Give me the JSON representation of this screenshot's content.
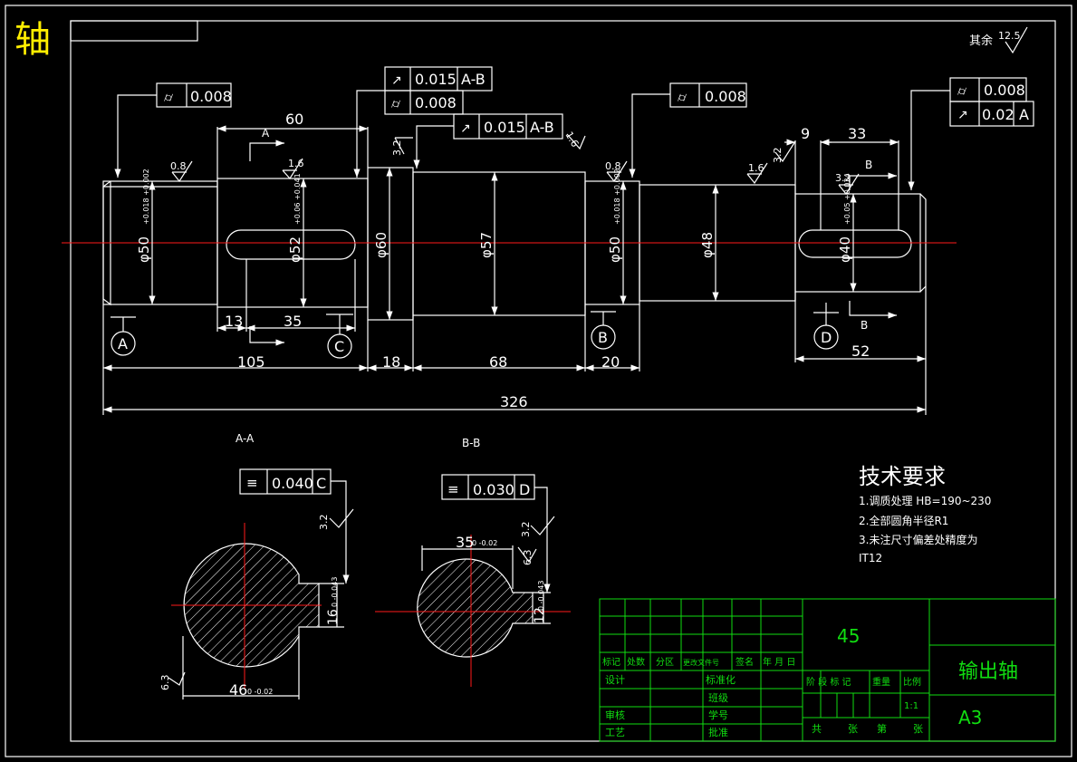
{
  "sheet": {
    "corner_label": "轴",
    "roughness_prefix": "其余",
    "roughness_value": "12.5"
  },
  "dims": {
    "d60": "60",
    "d13": "13",
    "d35": "35",
    "d105": "105",
    "d18": "18",
    "d68": "68",
    "d20": "20",
    "d52": "52",
    "d326": "326",
    "d9": "9",
    "d33": "33",
    "dia50": "φ50",
    "dia50_tol": "+0.018 +0.002",
    "dia52": "φ52",
    "dia52_tol": "+0.06 +0.041",
    "dia60": "φ60",
    "dia57": "φ57",
    "dia50b": "φ50",
    "dia50b_tol": "+0.018 +0.002",
    "dia48": "φ48",
    "dia40": "φ40",
    "dia40_tol": "+0.05 +0.034"
  },
  "roughness": {
    "r08a": "0.8",
    "r16a": "1.6",
    "r32a": "3.2",
    "r16b": "1.6",
    "r08b": "0.8",
    "r16c": "1.6",
    "r32b": "3.2",
    "r32c": "3.2"
  },
  "tolerances": {
    "f1": {
      "sym": "⌭",
      "val": "0.008"
    },
    "f2a": {
      "sym": "↗",
      "val": "0.015",
      "ref": "A-B"
    },
    "f2b": {
      "sym": "⌭",
      "val": "0.008"
    },
    "f3": {
      "sym": "↗",
      "val": "0.015",
      "ref": "A-B"
    },
    "f4": {
      "sym": "⌭",
      "val": "0.008"
    },
    "f5a": {
      "sym": "⌭",
      "val": "0.008"
    },
    "f5b": {
      "sym": "↗",
      "val": "0.02",
      "ref": "A"
    },
    "s1": {
      "sym": "≡",
      "val": "0.040",
      "ref": "C"
    },
    "s2": {
      "sym": "≡",
      "val": "0.030",
      "ref": "D"
    }
  },
  "datums": {
    "a": "A",
    "b": "B",
    "c": "C",
    "d": "D"
  },
  "section_marks": {
    "a_top": "A",
    "b_top": "B",
    "b_bot": "B"
  },
  "sections": {
    "aa_title": "A-A",
    "bb_title": "B-B",
    "aa_width": "46",
    "aa_width_tol": "0 -0.02",
    "aa_key": "16",
    "aa_key_tol": "0 -0.043",
    "bb_width": "35",
    "bb_width_tol": "0 -0.02",
    "bb_key": "12",
    "bb_key_tol": "0 -0.043",
    "aa_r32": "3.2",
    "aa_r63": "6.3",
    "bb_r32": "3.2",
    "bb_r63": "6.3"
  },
  "tech": {
    "title": "技术要求",
    "items": [
      "1.调质处理 HB=190~230",
      "2.全部圆角半径R1",
      "3.未注尺寸偏差处精度为",
      "IT12"
    ]
  },
  "titleblock": {
    "material": "45",
    "part_name": "输出轴",
    "format": "A3",
    "hdr": [
      "标记",
      "处数",
      "分区",
      "更改文件号",
      "签名",
      "年 月 日"
    ],
    "designer": "设计",
    "std": "标准化",
    "cls": "班级",
    "review": "审核",
    "sid": "学号",
    "craft": "工艺",
    "approve": "批准",
    "stage": "阶 段 标 记",
    "weight": "重量",
    "scale": "比例",
    "scale_val": "1:1",
    "sheets": [
      "共",
      "张",
      "第",
      "张"
    ]
  },
  "colors": {
    "outline": "#ffffff",
    "centerline": "#ff1a1a",
    "titleblock": "#11dd11",
    "corner_label": "#ffee00"
  }
}
